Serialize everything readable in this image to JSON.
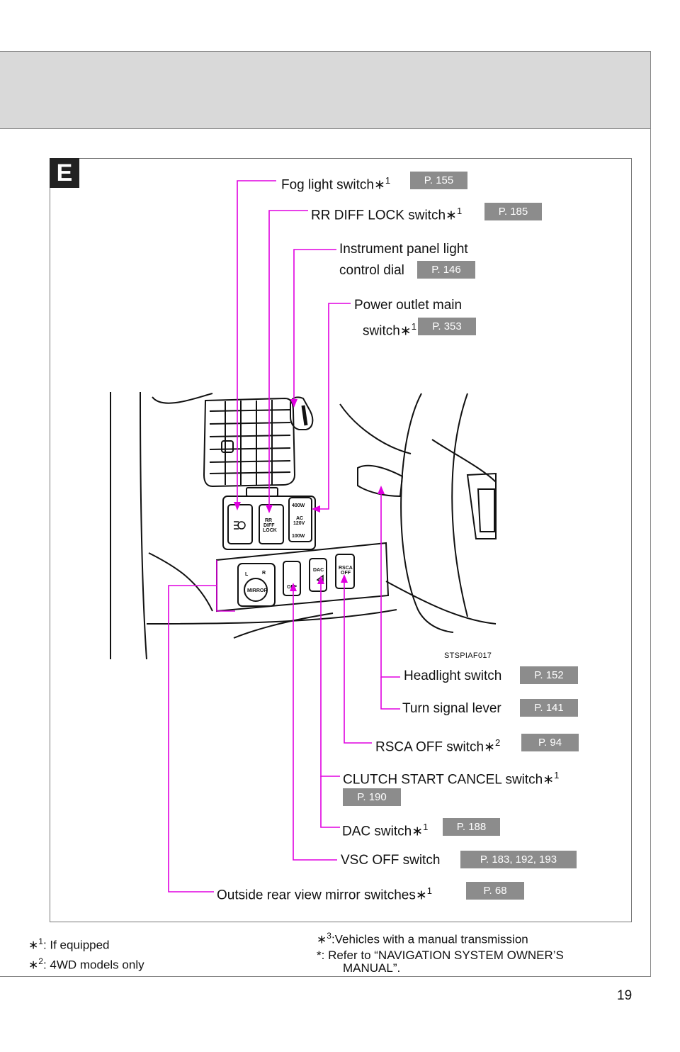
{
  "section_badge": "E",
  "figure_code": "STSPIAF017",
  "star": "∗",
  "labels": {
    "fog": {
      "text": "Fog light switch",
      "sup": "1",
      "page": "P. 155"
    },
    "rr_diff": {
      "text": "RR DIFF LOCK switch",
      "sup": "1",
      "page": "P. 185"
    },
    "instr_line1": "Instrument panel light",
    "instr_line2": "control dial",
    "instr_page": "P. 146",
    "power_line1": "Power outlet main",
    "power_line2": "switch",
    "power_sup": "1",
    "power_page": "P. 353",
    "headlight": {
      "text": "Headlight switch",
      "page": "P. 152"
    },
    "turn": {
      "text": "Turn signal lever",
      "page": "P. 141"
    },
    "rsca": {
      "text": "RSCA OFF switch",
      "sup": "2",
      "page": "P. 94"
    },
    "clutch": {
      "text": "CLUTCH START CANCEL switch",
      "sup": "1",
      "page": "P. 190"
    },
    "dac": {
      "text": "DAC switch",
      "sup": "1",
      "page": "P. 188"
    },
    "vsc": {
      "text": "VSC OFF switch",
      "page": "P. 183, 192, 193"
    },
    "mirror": {
      "text": "Outside rear view mirror switches",
      "sup": "1",
      "page": "P. 68"
    }
  },
  "panel_text": {
    "rr": "RR",
    "diff": "DIFF",
    "lock": "LOCK",
    "w400": "400W",
    "ac": "AC",
    "v120": "120V",
    "w100": "100W",
    "l": "L",
    "r": "R",
    "mirror": "MIRROR",
    "dac": "DAC",
    "rsca": "RSCA",
    "off": "OFF",
    "vsc_off": "OFF"
  },
  "footnotes": {
    "f1_sup": "1",
    "f1_text": ": If equipped",
    "f2_sup": "2",
    "f2_text": ": 4WD models only",
    "f3_sup": "3",
    "f3_text": ":Vehicles with a manual transmission",
    "f4_mark": "*",
    "f4_text": ":   Refer to “NAVIGATION SYSTEM OWNER’S",
    "f4_text2": "MANUAL”."
  },
  "page_number": "19",
  "colors": {
    "leader": "#e000e0",
    "badge": "#8c8c8c",
    "band": "#d9d9d9"
  }
}
